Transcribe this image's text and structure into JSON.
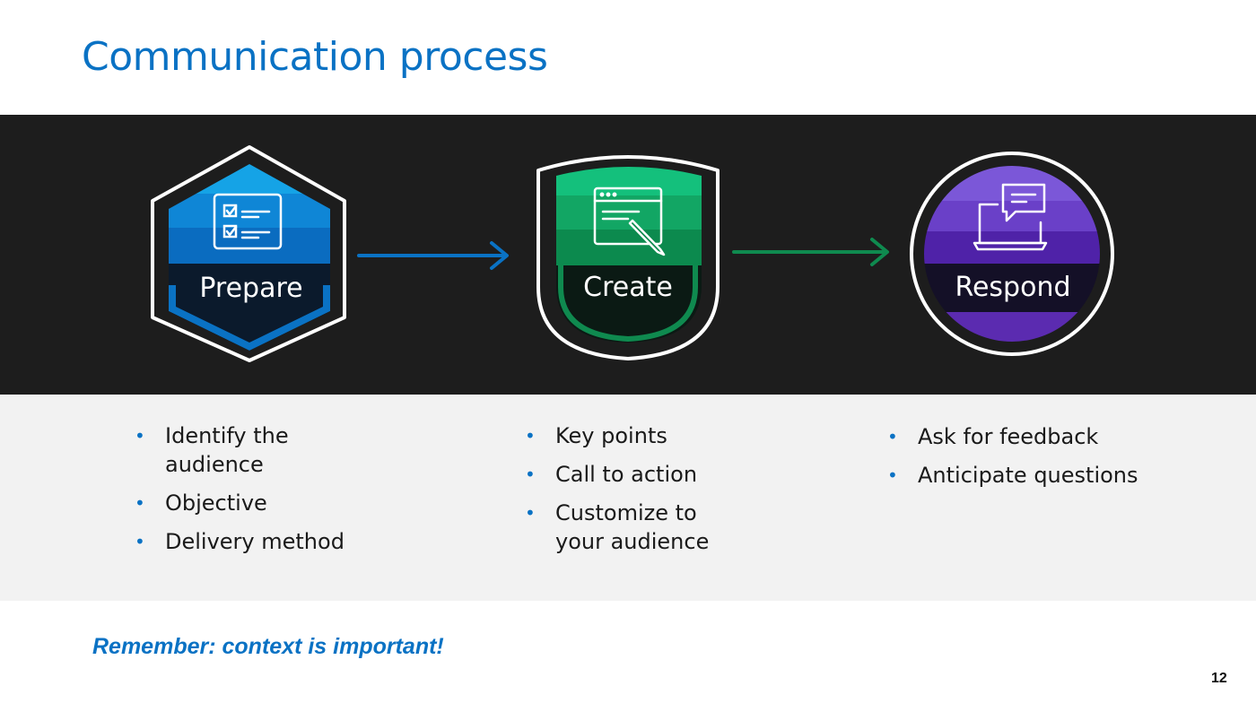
{
  "title": "Communication process",
  "stages": [
    {
      "label": "Prepare",
      "icon": "checklist-icon",
      "color": "#0a72c4",
      "bullets": [
        "Identify the audience",
        "Objective",
        "Delivery method"
      ]
    },
    {
      "label": "Create",
      "icon": "edit-window-icon",
      "color": "#0f8a4f",
      "bullets": [
        "Key points",
        "Call to action",
        "Customize to your audience"
      ]
    },
    {
      "label": "Respond",
      "icon": "laptop-chat-icon",
      "color": "#5b2bb0",
      "bullets": [
        "Ask for feedback",
        "Anticipate questions"
      ]
    }
  ],
  "footer": {
    "note": "Remember: context is important!",
    "page_number": "12"
  },
  "colors": {
    "title": "#0a72c4",
    "band": "#1d1d1d",
    "lower": "#f2f2f2",
    "arrow_blue": "#0a72c4",
    "arrow_green": "#0f8a4f"
  }
}
